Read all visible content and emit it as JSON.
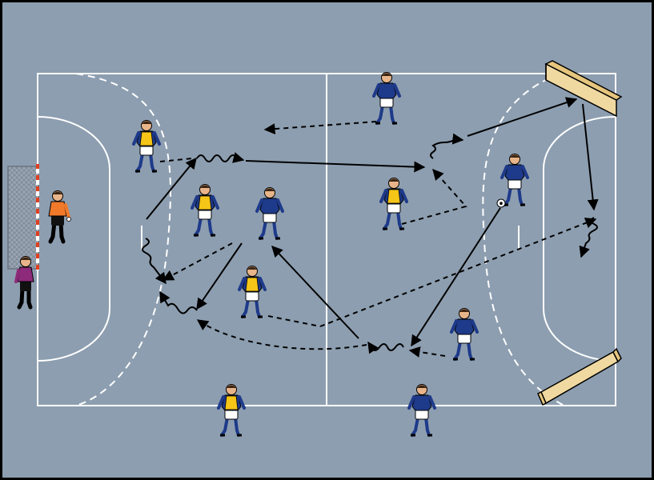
{
  "colors": {
    "frame": "#000000",
    "field": "#8d9eb0",
    "lines": "#ffffff",
    "arrow": "#000000",
    "home_shirt": "#1e3a8a",
    "home_shorts": "#ffffff",
    "bib": "#f5c518",
    "keeper_orange": "#f07a2a",
    "keeper_purple": "#8e2a7a",
    "mini_goal": "#f0d9a0",
    "net": "#6b7480",
    "goal_post": "#e04020"
  },
  "players": [
    {
      "id": "yellow-1",
      "team": "yellow"
    },
    {
      "id": "yellow-2",
      "team": "yellow"
    },
    {
      "id": "yellow-3",
      "team": "yellow"
    },
    {
      "id": "yellow-4",
      "team": "yellow"
    },
    {
      "id": "yellow-sideline",
      "team": "yellow"
    },
    {
      "id": "blue-1",
      "team": "blue"
    },
    {
      "id": "blue-2",
      "team": "blue"
    },
    {
      "id": "blue-3",
      "team": "blue"
    },
    {
      "id": "blue-4",
      "team": "blue"
    },
    {
      "id": "blue-sideline",
      "team": "blue"
    },
    {
      "id": "keeper-orange",
      "team": "keeper-orange"
    },
    {
      "id": "keeper-purple",
      "team": "keeper-purple"
    }
  ],
  "icons": [
    "soccer-ball-icon",
    "goal-icon",
    "mini-goal-icon"
  ]
}
